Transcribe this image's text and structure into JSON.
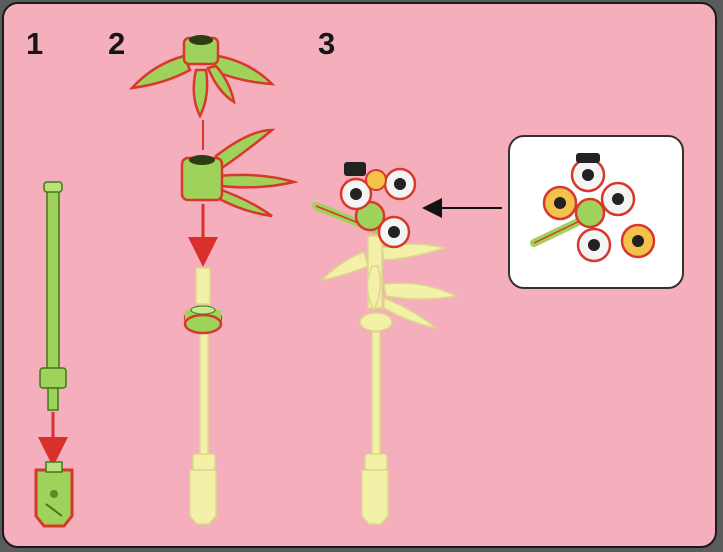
{
  "steps": [
    {
      "number": "1"
    },
    {
      "number": "2"
    },
    {
      "number": "3"
    }
  ],
  "colors": {
    "background": "#f4aebc",
    "new_part_green": "#9fd25a",
    "new_part_outline": "#d8382c",
    "previous_part_pale": "#f3f0a8",
    "arrow_red": "#d9302c",
    "arrow_black": "#111111",
    "flower_white": "#f4f4f4",
    "flower_dark": "#222222"
  }
}
